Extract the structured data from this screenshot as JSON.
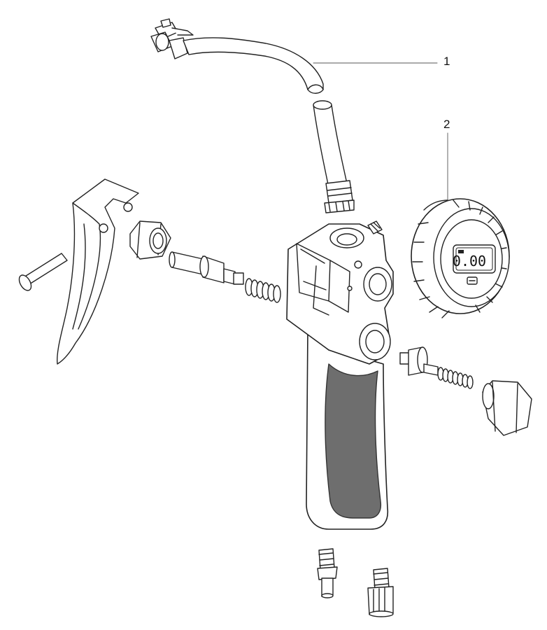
{
  "callouts": [
    {
      "number": "1",
      "part": "hose"
    },
    {
      "number": "2",
      "part": "digital-gauge"
    }
  ],
  "gauge": {
    "display": "0.00"
  },
  "colors": {
    "line": "#222222",
    "grip": "#6e6e6e",
    "background": "#ffffff"
  }
}
